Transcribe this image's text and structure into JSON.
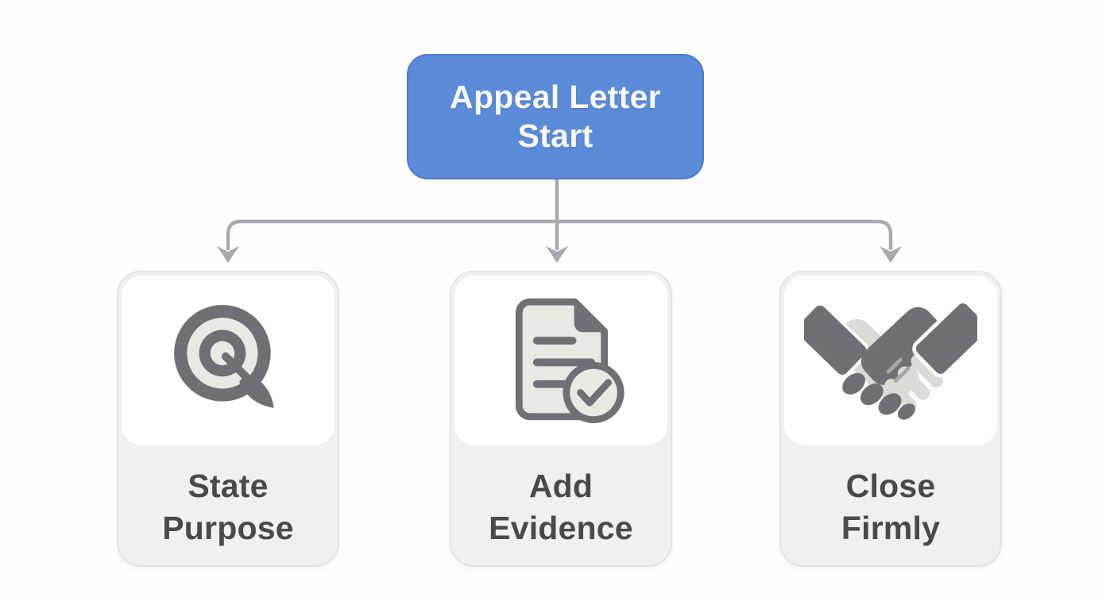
{
  "diagram": {
    "root": {
      "title": "Appeal Letter Start",
      "line1": "Appeal Letter",
      "line2": "Start"
    },
    "steps": [
      {
        "id": "state-purpose",
        "line1": "State",
        "line2": "Purpose",
        "icon": "target-dart-icon"
      },
      {
        "id": "add-evidence",
        "line1": "Add",
        "line2": "Evidence",
        "icon": "document-check-icon"
      },
      {
        "id": "close-firmly",
        "line1": "Close",
        "line2": "Firmly",
        "icon": "handshake-icon"
      }
    ]
  },
  "colors": {
    "accent-blue": "#5b8bd9",
    "root-text": "#f8fafd",
    "connector-gray": "#a9a9b1",
    "card-bg": "#f0f0f2",
    "card-border": "#e4e4e8",
    "label-text": "#4a484e",
    "icon-dark": "#716f75",
    "icon-cream": "#eae8e3",
    "hand-light": "#dcdad5"
  }
}
